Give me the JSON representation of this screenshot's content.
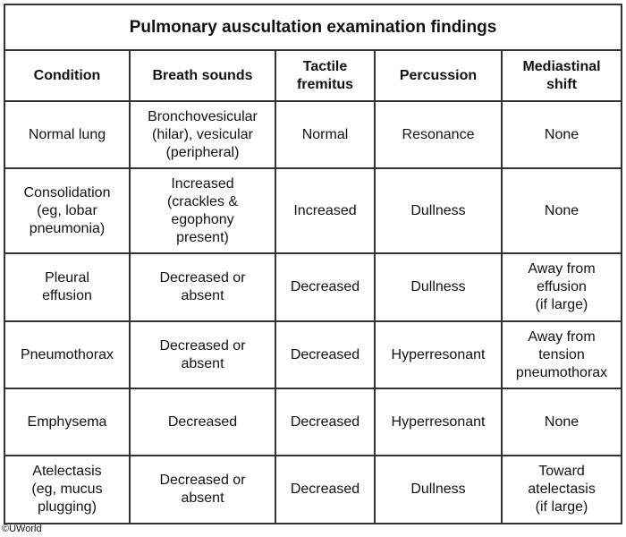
{
  "table": {
    "title": "Pulmonary auscultation examination findings",
    "headers": [
      "Condition",
      "Breath sounds",
      "Tactile\nfremitus",
      "Percussion",
      "Mediastinal\nshift"
    ],
    "rows": [
      [
        "Normal lung",
        "Bronchovesicular\n(hilar), vesicular\n(peripheral)",
        "Normal",
        "Resonance",
        "None"
      ],
      [
        "Consolidation\n(eg, lobar\npneumonia)",
        "Increased\n(crackles &\negophony\npresent)",
        "Increased",
        "Dullness",
        "None"
      ],
      [
        "Pleural\neffusion",
        "Decreased or\nabsent",
        "Decreased",
        "Dullness",
        "Away from\neffusion\n(if large)"
      ],
      [
        "Pneumothorax",
        "Decreased or\nabsent",
        "Decreased",
        "Hyperresonant",
        "Away from\ntension\npneumothorax"
      ],
      [
        "Emphysema",
        "Decreased",
        "Decreased",
        "Hyperresonant",
        "None"
      ],
      [
        "Atelectasis\n(eg, mucus\nplugging)",
        "Decreased or\nabsent",
        "Decreased",
        "Dullness",
        "Toward\natelectasis\n(if large)"
      ]
    ]
  },
  "copyright": "©UWorld",
  "colors": {
    "border": "#333333",
    "text": "#111111",
    "background": "#ffffff"
  }
}
